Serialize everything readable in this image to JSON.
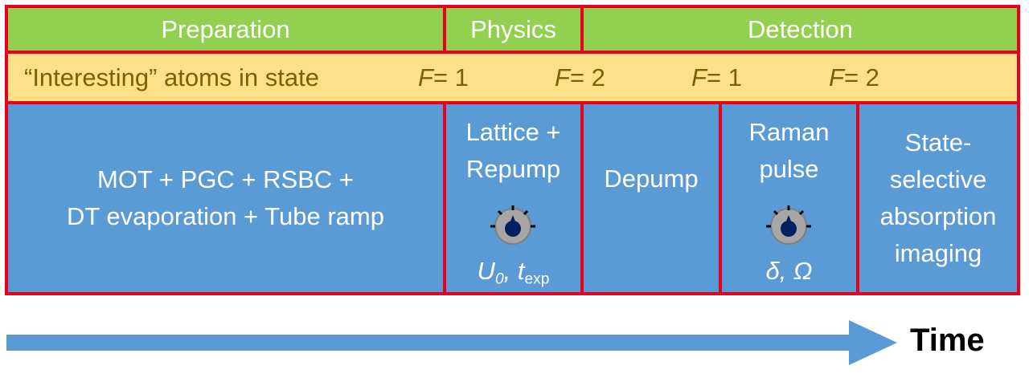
{
  "phases": {
    "preparation": "Preparation",
    "physics": "Physics",
    "detection": "Detection"
  },
  "state_row": {
    "label": "“Interesting” atoms in state",
    "values": [
      {
        "var": "F",
        "rest": " = 1"
      },
      {
        "var": "F",
        "rest": " = 2"
      },
      {
        "var": "F",
        "rest": " = 1"
      },
      {
        "var": "F",
        "rest": " = 2"
      }
    ]
  },
  "steps": {
    "prep": {
      "line1": "MOT + PGC + RSBC +",
      "line2": "DT evaporation + Tube ramp"
    },
    "lattice": {
      "line1": "Lattice +",
      "line2": "Repump",
      "param_a": "U",
      "param_a_sub": "0",
      "sep": ", ",
      "param_b": "t",
      "param_b_sub": "exp"
    },
    "depump": {
      "line1": "Depump"
    },
    "raman": {
      "line1": "Raman",
      "line2": "pulse",
      "param": "δ, Ω"
    },
    "imaging": {
      "line1": "State-",
      "line2": "selective",
      "line3": "absorption",
      "line4": "imaging"
    }
  },
  "time_label": "Time",
  "colors": {
    "border": "#e8001c",
    "green": "#92d050",
    "yellow": "#ffe08a",
    "blue": "#5b9bd5",
    "arrow": "#5b9bd5",
    "knob_dial": "#a6a6a6",
    "knob_pointer": "#002060"
  },
  "icons": [
    "knob-dial-icon",
    "time-arrow-icon"
  ]
}
